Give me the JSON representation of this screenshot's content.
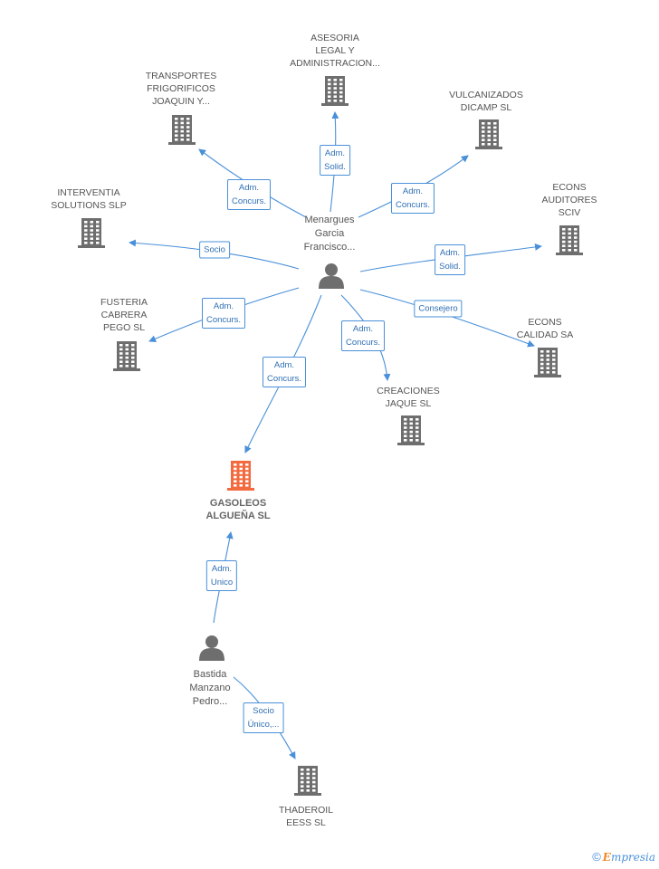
{
  "nodes": [
    {
      "id": "asesoria",
      "label": "ASESORIA\nLEGAL Y\nADMINISTRACION...",
      "kind": "company"
    },
    {
      "id": "transportes",
      "label": "TRANSPORTES\nFRIGORIFICOS\nJOAQUIN Y...",
      "kind": "company"
    },
    {
      "id": "vulcanizados",
      "label": "VULCANIZADOS\nDICAMP SL",
      "kind": "company"
    },
    {
      "id": "interventia",
      "label": "INTERVENTIA\nSOLUTIONS  SLP",
      "kind": "company"
    },
    {
      "id": "econs_auditores",
      "label": "ECONS\nAUDITORES\nSCIV",
      "kind": "company"
    },
    {
      "id": "menargues",
      "label": "Menargues\nGarcia\nFrancisco...",
      "kind": "person"
    },
    {
      "id": "fusteria",
      "label": "FUSTERIA\nCABRERA\nPEGO SL",
      "kind": "company"
    },
    {
      "id": "econs_calidad",
      "label": "ECONS\nCALIDAD SA",
      "kind": "company"
    },
    {
      "id": "creaciones",
      "label": "CREACIONES\nJAQUE SL",
      "kind": "company"
    },
    {
      "id": "gasoleos",
      "label": "GASOLEOS\nALGUEÑA SL",
      "kind": "main"
    },
    {
      "id": "bastida",
      "label": "Bastida\nManzano\nPedro...",
      "kind": "person"
    },
    {
      "id": "thaderoil",
      "label": "THADEROIL\nEESS  SL",
      "kind": "company"
    }
  ],
  "edges": [
    {
      "from": "menargues",
      "to": "asesoria",
      "label": "Adm.\nSolid."
    },
    {
      "from": "menargues",
      "to": "transportes",
      "label": "Adm.\nConcurs."
    },
    {
      "from": "menargues",
      "to": "vulcanizados",
      "label": "Adm.\nConcurs."
    },
    {
      "from": "menargues",
      "to": "interventia",
      "label": "Socio"
    },
    {
      "from": "menargues",
      "to": "econs_auditores",
      "label": "Adm.\nSolid."
    },
    {
      "from": "menargues",
      "to": "fusteria",
      "label": "Adm.\nConcurs."
    },
    {
      "from": "menargues",
      "to": "econs_calidad",
      "label": "Consejero"
    },
    {
      "from": "menargues",
      "to": "creaciones",
      "label": "Adm.\nConcurs."
    },
    {
      "from": "menargues",
      "to": "gasoleos",
      "label": "Adm.\nConcurs."
    },
    {
      "from": "bastida",
      "to": "gasoleos",
      "label": "Adm.\nUnico"
    },
    {
      "from": "bastida",
      "to": "thaderoil",
      "label": "Socio\nÚnico,..."
    }
  ],
  "colors": {
    "edge": "#4a90d9",
    "company_icon": "#6e6e6e",
    "main_icon": "#f26a3d",
    "person_icon": "#6e6e6e"
  },
  "footer": {
    "copyright": "©",
    "brand_e": "E",
    "brand_rest": "mpresia"
  }
}
